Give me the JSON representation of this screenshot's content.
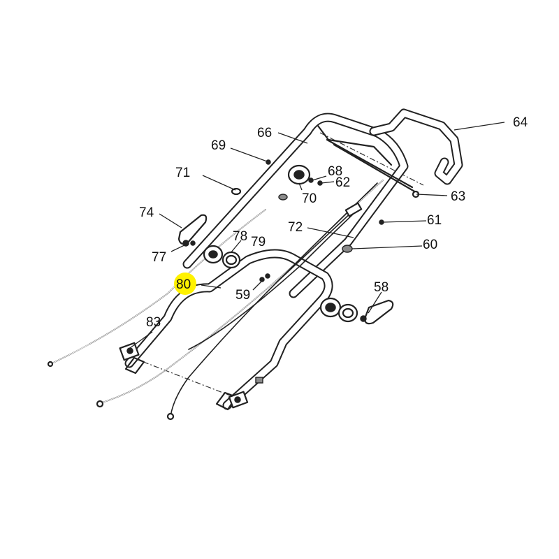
{
  "diagram": {
    "highlight_color": "#fff200",
    "line_color": "#222222",
    "background": "#ffffff",
    "highlighted_callout": "80",
    "callouts": {
      "c64": "64",
      "c66": "66",
      "c69": "69",
      "c68": "68",
      "c62": "62",
      "c71": "71",
      "c70": "70",
      "c63": "63",
      "c74": "74",
      "c72": "72",
      "c61": "61",
      "c78": "78",
      "c79": "79",
      "c60": "60",
      "c77": "77",
      "c80": "80",
      "c59": "59",
      "c58": "58",
      "c83": "83"
    }
  }
}
